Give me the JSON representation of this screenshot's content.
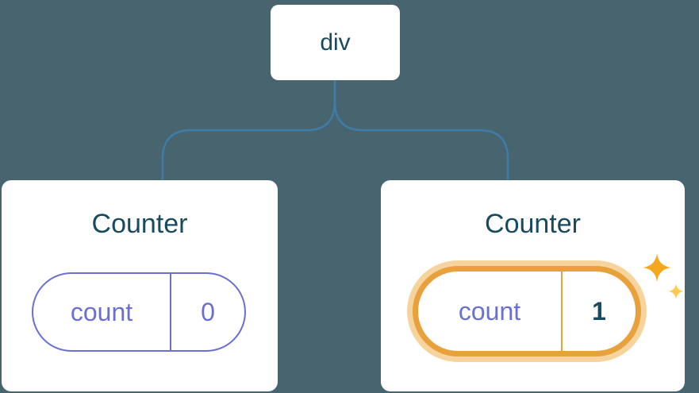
{
  "diagram": {
    "root": {
      "label": "div"
    },
    "counters": [
      {
        "title": "Counter",
        "state_label": "count",
        "state_value": "0",
        "highlighted": false
      },
      {
        "title": "Counter",
        "state_label": "count",
        "state_value": "1",
        "highlighted": true
      }
    ],
    "icons": {
      "sparkle": "sparkle-icon"
    },
    "colors": {
      "background": "#48646E",
      "card_background": "#FFFFFF",
      "title_text": "#1A4A5F",
      "pill_border": "#6B6FD1",
      "pill_text": "#6B6FD1",
      "connector": "#3E7CA8",
      "highlight_border": "#E9A13E",
      "highlight_glow": "#F6CD8C",
      "highlight_value_text": "#1A4A5F",
      "sparkle_primary": "#F5A81F",
      "sparkle_secondary": "#FFC94B"
    }
  }
}
